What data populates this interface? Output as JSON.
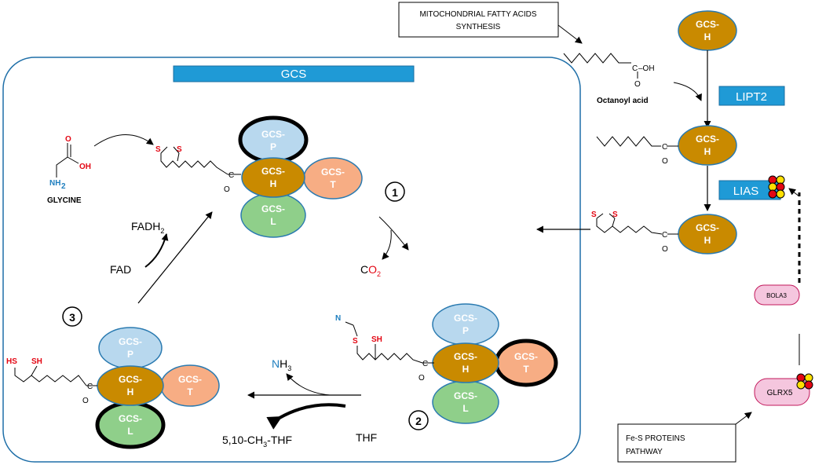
{
  "gcs_header": "GCS",
  "mito_box": {
    "line1": "MITOCHONDRIAL FATTY ACIDS",
    "line2": "SYNTHESIS"
  },
  "fes_box": {
    "line1": "Fe-S PROTEINS",
    "line2": "PATHWAY"
  },
  "octanoyl_label": "Octanoyl acid",
  "lipt2_label": "LIPT2",
  "lias_label": "LIAS",
  "bola3_label": "BOLA3",
  "glrx5_label": "GLRX5",
  "glycine_label": "GLYCINE",
  "step_numbers": [
    "1",
    "2",
    "3"
  ],
  "cofactors": {
    "fadh2": "FADH",
    "fadh2_sub": "2",
    "fad": "FAD",
    "co2_c": "C",
    "co2_o": "O",
    "co2_sub": "2",
    "nh3_n": "N",
    "nh3_h": "H",
    "nh3_sub": "3",
    "thf": "THF",
    "methylene_thf_a": "5,10-CH",
    "methylene_thf_sub": "3",
    "methylene_thf_b": "-THF"
  },
  "chem_labels": {
    "o": "O",
    "oh": "OH",
    "c": "C",
    "s": "S",
    "sh": "SH",
    "hs": "HS",
    "n": "N",
    "nh2": "NH",
    "nh2_sub": "2",
    "c_oh": "C",
    "dash_oh": "–OH"
  },
  "proteins": {
    "gcs_p_1": "GCS-",
    "gcs_p_2": "P",
    "gcs_h_1": "GCS-",
    "gcs_h_2": "H",
    "gcs_t_1": "GCS-",
    "gcs_t_2": "T",
    "gcs_l_1": "GCS-",
    "gcs_l_2": "L"
  },
  "colors": {
    "gcs_p": "#b8d8ee",
    "gcs_h": "#c98a00",
    "gcs_t": "#f7ad84",
    "gcs_l": "#8fcf8a",
    "frame": "#1f6fa8",
    "accent_blue": "#1f9ad6",
    "pink": "#f5c6de",
    "fes_red": "#e30613",
    "fes_yellow": "#ffe000"
  }
}
